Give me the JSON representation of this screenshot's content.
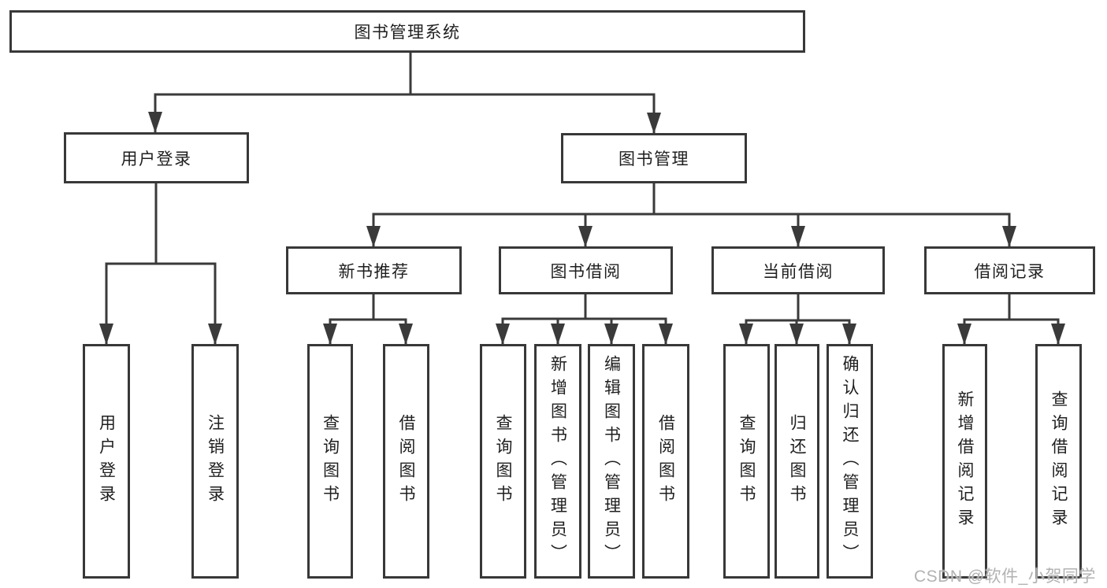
{
  "diagram": {
    "type": "hierarchy-tree",
    "root": {
      "label": "图书管理系统"
    },
    "branches": [
      {
        "label": "用户登录",
        "children": [
          {
            "label": "用户登录"
          },
          {
            "label": "注销登录"
          }
        ]
      },
      {
        "label": "图书管理",
        "children": [
          {
            "label": "新书推荐",
            "children": [
              {
                "label": "查询图书"
              },
              {
                "label": "借阅图书"
              }
            ]
          },
          {
            "label": "图书借阅",
            "children": [
              {
                "label": "查询图书"
              },
              {
                "label": "新增图书（管理员）"
              },
              {
                "label": "编辑图书（管理员）"
              },
              {
                "label": "借阅图书"
              }
            ]
          },
          {
            "label": "当前借阅",
            "children": [
              {
                "label": "查询图书"
              },
              {
                "label": "归还图书"
              },
              {
                "label": "确认归还（管理员）"
              }
            ]
          },
          {
            "label": "借阅记录",
            "children": [
              {
                "label": "新增借阅记录"
              },
              {
                "label": "查询借阅记录"
              }
            ]
          }
        ]
      }
    ]
  },
  "watermark": {
    "text": "CSDN @软件_小贺同学"
  },
  "colors": {
    "line": "#3a3a3a",
    "box_border": "#383838",
    "box_fill": "#ffffff",
    "text": "#1f1f1f",
    "watermark": "#b2b2b2",
    "background": "#ffffff"
  }
}
